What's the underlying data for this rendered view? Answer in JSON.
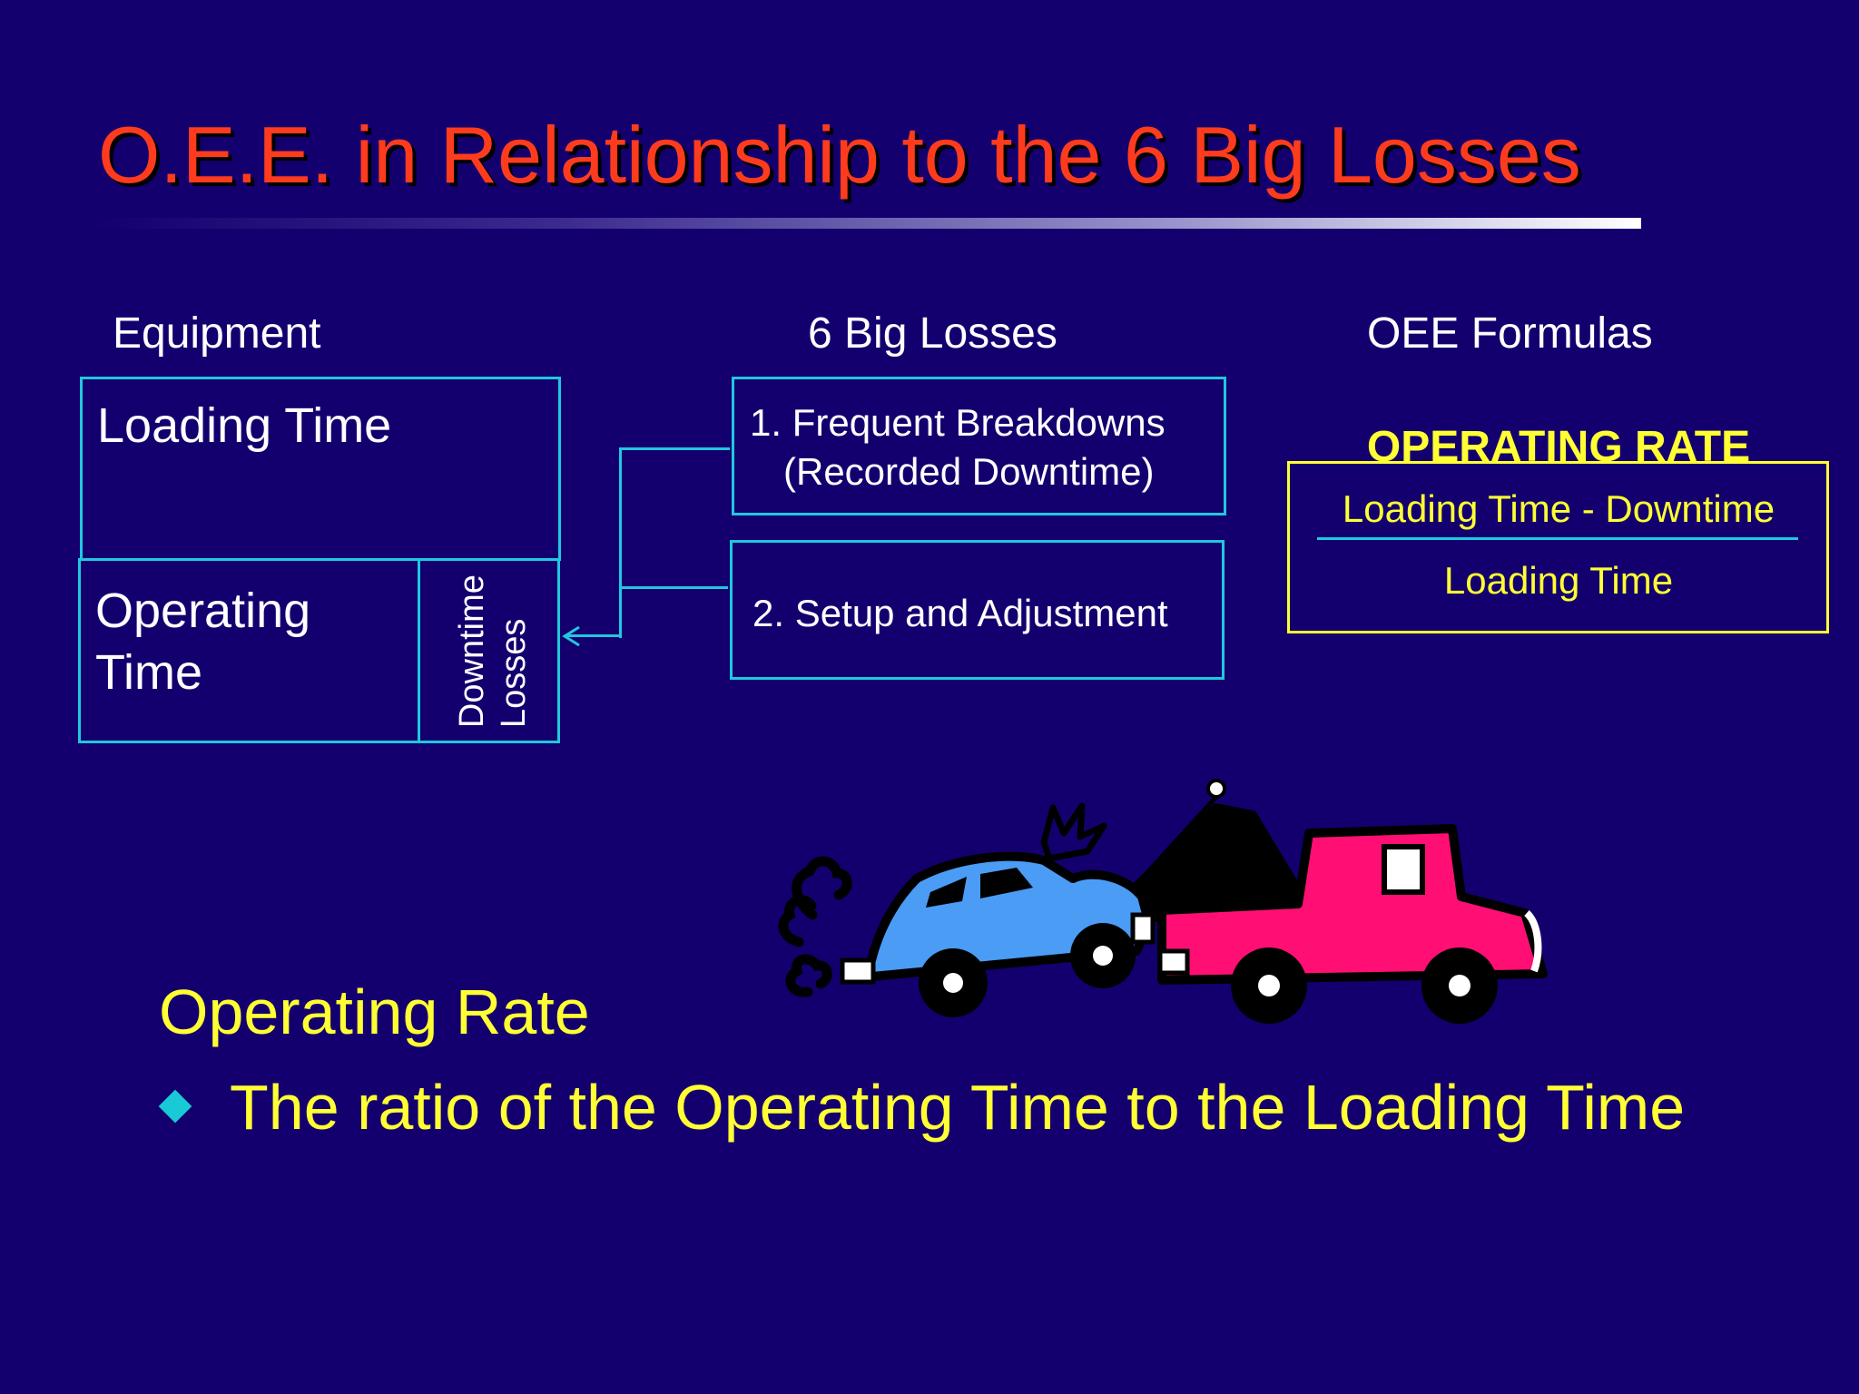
{
  "title": "O.E.E. in Relationship to the 6 Big Losses",
  "columns": {
    "equipment": "Equipment",
    "losses": "6 Big Losses",
    "formulas": "OEE Formulas"
  },
  "equipment": {
    "loading_time": "Loading Time",
    "operating_time_line1": "Operating",
    "operating_time_line2": "Time",
    "downtime_line1": "Downtime",
    "downtime_line2": "Losses"
  },
  "losses": {
    "item1_line1": "1. Frequent Breakdowns",
    "item1_line2": "(Recorded Downtime)",
    "item2": "2. Setup and Adjustment"
  },
  "formula": {
    "heading": "OPERATING RATE",
    "numerator": "Loading Time - Downtime",
    "denominator": "Loading Time"
  },
  "bottom": {
    "heading": "Operating Rate",
    "bullet": "The ratio of the Operating Time to the Loading Time"
  },
  "colors": {
    "background": "#13006e",
    "title": "#ff3b1e",
    "box_border": "#22c6e0",
    "formula_border": "#ffff33",
    "accent_text": "#ffff33"
  }
}
